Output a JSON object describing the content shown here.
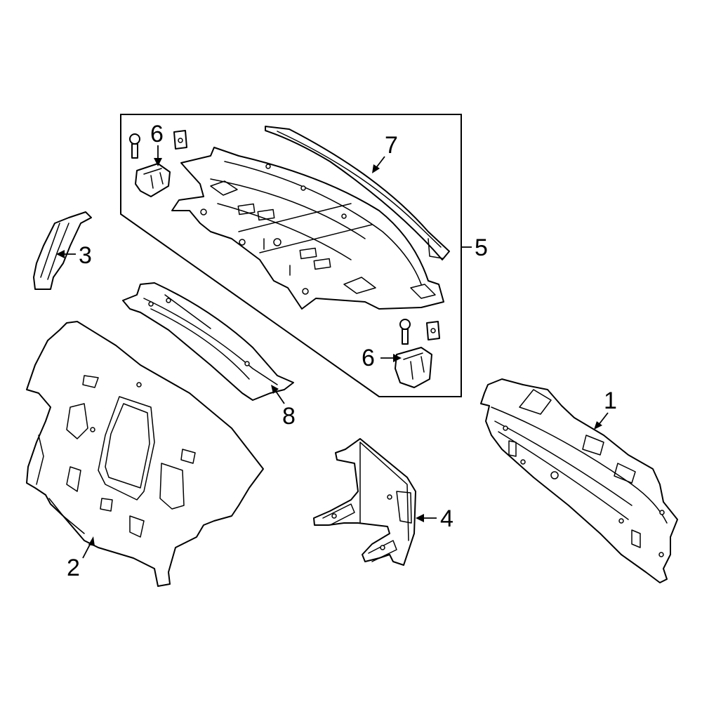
{
  "highlight_color": "#2e4fc9",
  "callouts": {
    "part_1": "1",
    "part_2": "2",
    "part_3": "3",
    "part_4": "4",
    "part_5": "5",
    "part_6_top": "6",
    "part_6_bottom": "6",
    "part_7": "7",
    "part_8": "8"
  }
}
